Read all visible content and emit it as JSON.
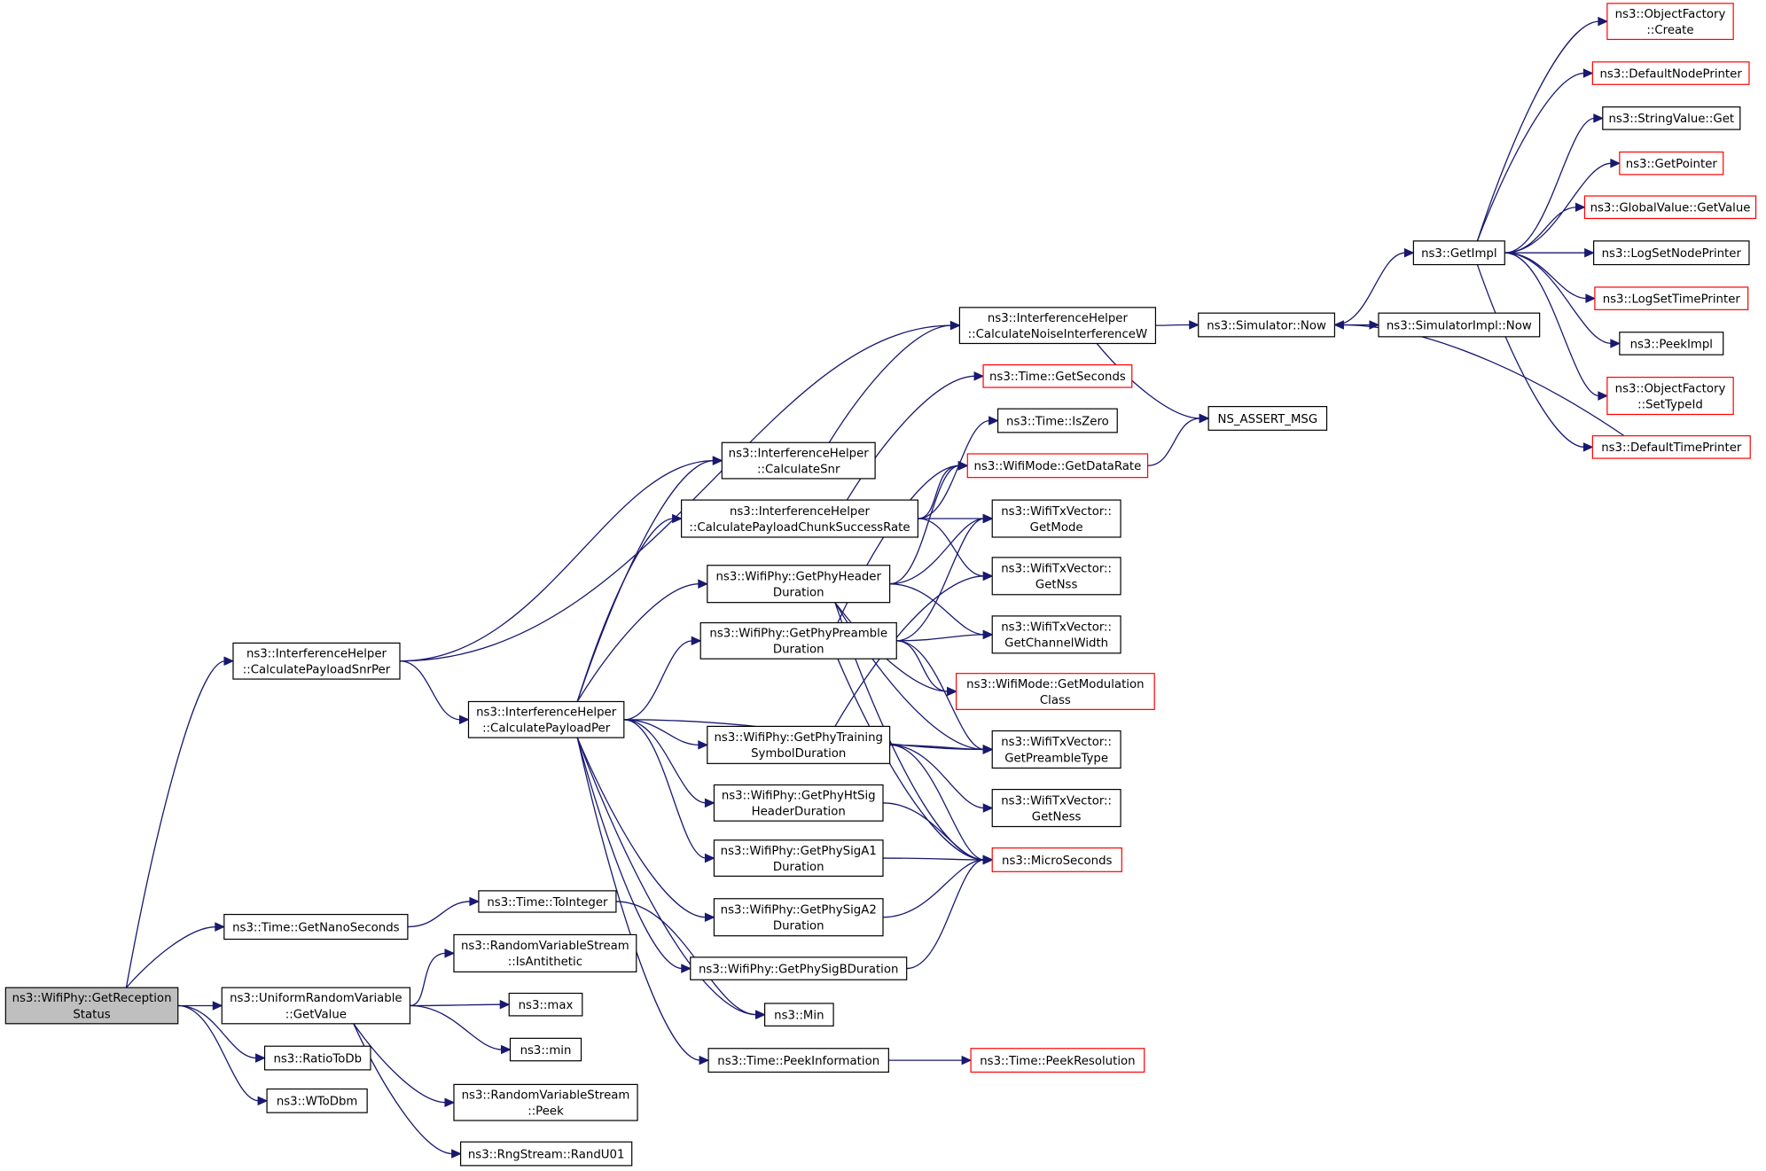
{
  "graph": {
    "edge_color": "#191970",
    "node_border_color": "#000000",
    "truncated_node_border_color": "#ff0000",
    "root_fill_color": "#bfbfbf",
    "nodes": [
      {
        "id": "root",
        "lines": [
          "ns3::WifiPhy::GetReception",
          "Status"
        ],
        "style": "root"
      },
      {
        "id": "calcPayloadSnrPer",
        "lines": [
          "ns3::InterferenceHelper",
          "::CalculatePayloadSnrPer"
        ],
        "style": "normal"
      },
      {
        "id": "getNanoSeconds",
        "lines": [
          "ns3::Time::GetNanoSeconds"
        ],
        "style": "normal"
      },
      {
        "id": "uniformGetValue",
        "lines": [
          "ns3::UniformRandomVariable",
          "::GetValue"
        ],
        "style": "normal"
      },
      {
        "id": "ratioToDb",
        "lines": [
          "ns3::RatioToDb"
        ],
        "style": "normal"
      },
      {
        "id": "wToDbm",
        "lines": [
          "ns3::WToDbm"
        ],
        "style": "normal"
      },
      {
        "id": "calcNoiseInterference",
        "lines": [
          "ns3::InterferenceHelper",
          "::CalculateNoiseInterferenceW"
        ],
        "style": "normal"
      },
      {
        "id": "calcSnr",
        "lines": [
          "ns3::InterferenceHelper",
          "::CalculateSnr"
        ],
        "style": "normal"
      },
      {
        "id": "calcPayloadPer",
        "lines": [
          "ns3::InterferenceHelper",
          "::CalculatePayloadPer"
        ],
        "style": "normal"
      },
      {
        "id": "toInteger",
        "lines": [
          "ns3::Time::ToInteger"
        ],
        "style": "normal"
      },
      {
        "id": "isAntithetic",
        "lines": [
          "ns3::RandomVariableStream",
          "::IsAntithetic"
        ],
        "style": "normal"
      },
      {
        "id": "max",
        "lines": [
          "ns3::max"
        ],
        "style": "normal"
      },
      {
        "id": "min",
        "lines": [
          "ns3::min"
        ],
        "style": "normal"
      },
      {
        "id": "peek",
        "lines": [
          "ns3::RandomVariableStream",
          "::Peek"
        ],
        "style": "normal"
      },
      {
        "id": "randU01",
        "lines": [
          "ns3::RngStream::RandU01"
        ],
        "style": "normal"
      },
      {
        "id": "simNow",
        "lines": [
          "ns3::Simulator::Now"
        ],
        "style": "normal"
      },
      {
        "id": "nsAssert",
        "lines": [
          "NS_ASSERT_MSG"
        ],
        "style": "normal"
      },
      {
        "id": "getImpl",
        "lines": [
          "ns3::GetImpl"
        ],
        "style": "normal"
      },
      {
        "id": "simImplNow",
        "lines": [
          "ns3::SimulatorImpl::Now"
        ],
        "style": "normal"
      },
      {
        "id": "ofCreate",
        "lines": [
          "ns3::ObjectFactory",
          "::Create"
        ],
        "style": "red"
      },
      {
        "id": "defNodePrinter",
        "lines": [
          "ns3::DefaultNodePrinter"
        ],
        "style": "red"
      },
      {
        "id": "stringValueGet",
        "lines": [
          "ns3::StringValue::Get"
        ],
        "style": "normal"
      },
      {
        "id": "getPointer",
        "lines": [
          "ns3::GetPointer"
        ],
        "style": "red"
      },
      {
        "id": "globalValueGet",
        "lines": [
          "ns3::GlobalValue::GetValue"
        ],
        "style": "red"
      },
      {
        "id": "logSetNodePrinter",
        "lines": [
          "ns3::LogSetNodePrinter"
        ],
        "style": "normal"
      },
      {
        "id": "logSetTimePrinter",
        "lines": [
          "ns3::LogSetTimePrinter"
        ],
        "style": "red"
      },
      {
        "id": "peekImpl",
        "lines": [
          "ns3::PeekImpl"
        ],
        "style": "normal"
      },
      {
        "id": "ofSetTypeId",
        "lines": [
          "ns3::ObjectFactory",
          "::SetTypeId"
        ],
        "style": "red"
      },
      {
        "id": "defTimePrinter",
        "lines": [
          "ns3::DefaultTimePrinter"
        ],
        "style": "red"
      },
      {
        "id": "timeGetSeconds",
        "lines": [
          "ns3::Time::GetSeconds"
        ],
        "style": "red"
      },
      {
        "id": "timeIsZero",
        "lines": [
          "ns3::Time::IsZero"
        ],
        "style": "normal"
      },
      {
        "id": "wifiModeGetDataRate",
        "lines": [
          "ns3::WifiMode::GetDataRate"
        ],
        "style": "red"
      },
      {
        "id": "calcPayloadChunk",
        "lines": [
          "ns3::InterferenceHelper",
          "::CalculatePayloadChunkSuccessRate"
        ],
        "style": "normal"
      },
      {
        "id": "txGetMode",
        "lines": [
          "ns3::WifiTxVector::",
          "GetMode"
        ],
        "style": "normal"
      },
      {
        "id": "txGetNss",
        "lines": [
          "ns3::WifiTxVector::",
          "GetNss"
        ],
        "style": "normal"
      },
      {
        "id": "getPhyHeaderDuration",
        "lines": [
          "ns3::WifiPhy::GetPhyHeader",
          "Duration"
        ],
        "style": "normal"
      },
      {
        "id": "txGetChannelWidth",
        "lines": [
          "ns3::WifiTxVector::",
          "GetChannelWidth"
        ],
        "style": "normal"
      },
      {
        "id": "getPhyPreambleDuration",
        "lines": [
          "ns3::WifiPhy::GetPhyPreamble",
          "Duration"
        ],
        "style": "normal"
      },
      {
        "id": "wifiModeGetModClass",
        "lines": [
          "ns3::WifiMode::GetModulation",
          "Class"
        ],
        "style": "red"
      },
      {
        "id": "txGetPreambleType",
        "lines": [
          "ns3::WifiTxVector::",
          "GetPreambleType"
        ],
        "style": "normal"
      },
      {
        "id": "getPhyTrainingSymbol",
        "lines": [
          "ns3::WifiPhy::GetPhyTraining",
          "SymbolDuration"
        ],
        "style": "normal"
      },
      {
        "id": "txGetNess",
        "lines": [
          "ns3::WifiTxVector::",
          "GetNess"
        ],
        "style": "normal"
      },
      {
        "id": "getPhyHtSig",
        "lines": [
          "ns3::WifiPhy::GetPhyHtSig",
          "HeaderDuration"
        ],
        "style": "normal"
      },
      {
        "id": "getPhySigA1",
        "lines": [
          "ns3::WifiPhy::GetPhySigA1",
          "Duration"
        ],
        "style": "normal"
      },
      {
        "id": "microSeconds",
        "lines": [
          "ns3::MicroSeconds"
        ],
        "style": "red"
      },
      {
        "id": "getPhySigA2",
        "lines": [
          "ns3::WifiPhy::GetPhySigA2",
          "Duration"
        ],
        "style": "normal"
      },
      {
        "id": "getPhySigB",
        "lines": [
          "ns3::WifiPhy::GetPhySigBDuration"
        ],
        "style": "normal"
      },
      {
        "id": "nsMin",
        "lines": [
          "ns3::Min"
        ],
        "style": "normal"
      },
      {
        "id": "peekInformation",
        "lines": [
          "ns3::Time::PeekInformation"
        ],
        "style": "normal"
      },
      {
        "id": "peekResolution",
        "lines": [
          "ns3::Time::PeekResolution"
        ],
        "style": "red"
      }
    ],
    "edges": [
      [
        "root",
        "calcPayloadSnrPer"
      ],
      [
        "root",
        "getNanoSeconds"
      ],
      [
        "root",
        "uniformGetValue"
      ],
      [
        "root",
        "ratioToDb"
      ],
      [
        "root",
        "wToDbm"
      ],
      [
        "calcPayloadSnrPer",
        "calcNoiseInterference"
      ],
      [
        "calcPayloadSnrPer",
        "calcSnr"
      ],
      [
        "calcPayloadSnrPer",
        "calcPayloadPer"
      ],
      [
        "getNanoSeconds",
        "toInteger"
      ],
      [
        "uniformGetValue",
        "isAntithetic"
      ],
      [
        "uniformGetValue",
        "max"
      ],
      [
        "uniformGetValue",
        "min"
      ],
      [
        "uniformGetValue",
        "peek"
      ],
      [
        "uniformGetValue",
        "randU01"
      ],
      [
        "calcNoiseInterference",
        "simNow"
      ],
      [
        "calcNoiseInterference",
        "nsAssert"
      ],
      [
        "simNow",
        "getImpl"
      ],
      [
        "simNow",
        "simImplNow"
      ],
      [
        "getImpl",
        "ofCreate"
      ],
      [
        "getImpl",
        "defNodePrinter"
      ],
      [
        "getImpl",
        "stringValueGet"
      ],
      [
        "getImpl",
        "getPointer"
      ],
      [
        "getImpl",
        "globalValueGet"
      ],
      [
        "getImpl",
        "logSetNodePrinter"
      ],
      [
        "getImpl",
        "logSetTimePrinter"
      ],
      [
        "getImpl",
        "peekImpl"
      ],
      [
        "getImpl",
        "ofSetTypeId"
      ],
      [
        "getImpl",
        "defTimePrinter"
      ],
      [
        "defTimePrinter",
        "simNow"
      ],
      [
        "calcSnr",
        "calcNoiseInterference"
      ],
      [
        "calcPayloadPer",
        "calcSnr"
      ],
      [
        "calcPayloadPer",
        "calcPayloadChunk"
      ],
      [
        "calcPayloadPer",
        "getPhyHeaderDuration"
      ],
      [
        "calcPayloadPer",
        "getPhyPreambleDuration"
      ],
      [
        "calcPayloadPer",
        "txGetPreambleType"
      ],
      [
        "calcPayloadPer",
        "getPhyTrainingSymbol"
      ],
      [
        "calcPayloadPer",
        "getPhyHtSig"
      ],
      [
        "calcPayloadPer",
        "getPhySigA1"
      ],
      [
        "calcPayloadPer",
        "getPhySigA2"
      ],
      [
        "calcPayloadPer",
        "getPhySigB"
      ],
      [
        "calcPayloadPer",
        "nsMin"
      ],
      [
        "calcPayloadPer",
        "peekInformation"
      ],
      [
        "calcPayloadChunk",
        "timeGetSeconds"
      ],
      [
        "calcPayloadChunk",
        "timeIsZero"
      ],
      [
        "calcPayloadChunk",
        "wifiModeGetDataRate"
      ],
      [
        "calcPayloadChunk",
        "txGetMode"
      ],
      [
        "calcPayloadChunk",
        "txGetNss"
      ],
      [
        "wifiModeGetDataRate",
        "nsAssert"
      ],
      [
        "getPhyHeaderDuration",
        "wifiModeGetDataRate"
      ],
      [
        "getPhyHeaderDuration",
        "txGetMode"
      ],
      [
        "getPhyHeaderDuration",
        "txGetChannelWidth"
      ],
      [
        "getPhyHeaderDuration",
        "wifiModeGetModClass"
      ],
      [
        "getPhyHeaderDuration",
        "txGetPreambleType"
      ],
      [
        "getPhyHeaderDuration",
        "microSeconds"
      ],
      [
        "getPhyPreambleDuration",
        "wifiModeGetDataRate"
      ],
      [
        "getPhyPreambleDuration",
        "txGetMode"
      ],
      [
        "getPhyPreambleDuration",
        "txGetChannelWidth"
      ],
      [
        "getPhyPreambleDuration",
        "wifiModeGetModClass"
      ],
      [
        "getPhyPreambleDuration",
        "txGetPreambleType"
      ],
      [
        "getPhyPreambleDuration",
        "microSeconds"
      ],
      [
        "getPhyTrainingSymbol",
        "txGetNss"
      ],
      [
        "getPhyTrainingSymbol",
        "txGetPreambleType"
      ],
      [
        "getPhyTrainingSymbol",
        "txGetNess"
      ],
      [
        "getPhyTrainingSymbol",
        "microSeconds"
      ],
      [
        "getPhyHtSig",
        "microSeconds"
      ],
      [
        "getPhySigA1",
        "microSeconds"
      ],
      [
        "getPhySigA2",
        "microSeconds"
      ],
      [
        "getPhySigB",
        "microSeconds"
      ],
      [
        "toInteger",
        "nsMin"
      ],
      [
        "peekInformation",
        "peekResolution"
      ]
    ]
  }
}
